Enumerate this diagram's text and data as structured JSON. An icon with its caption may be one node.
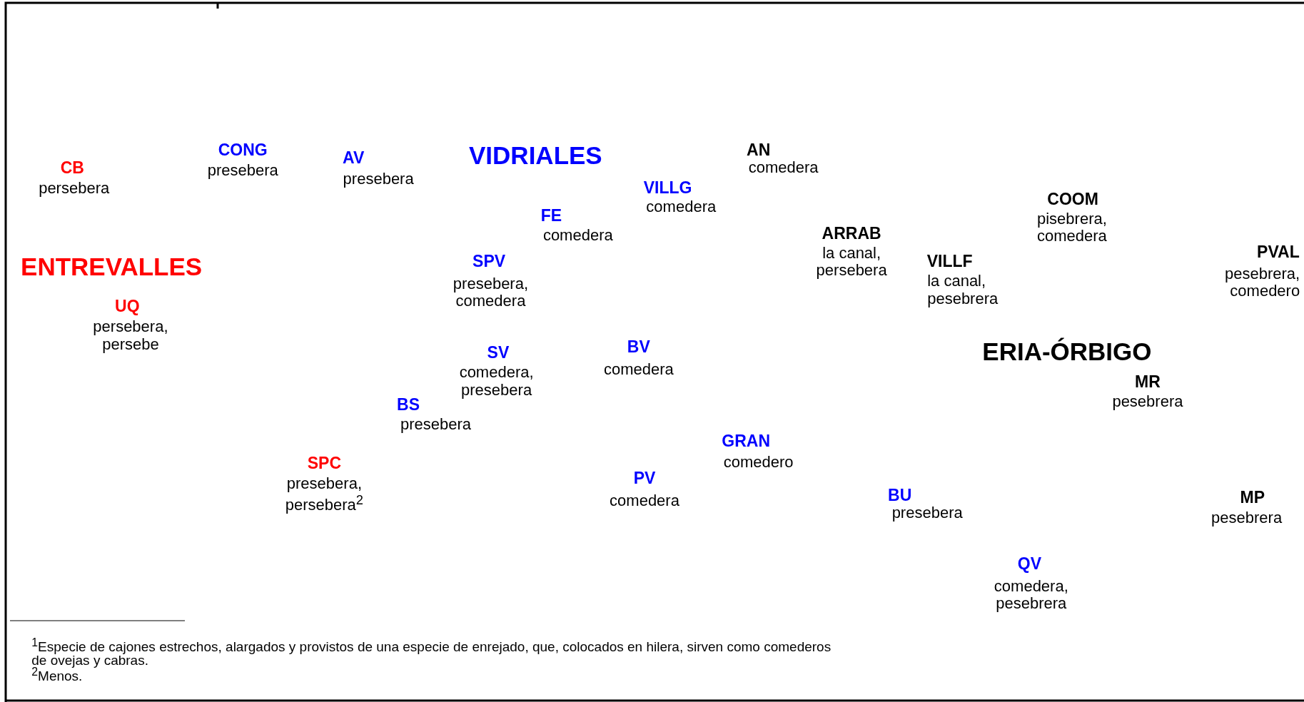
{
  "diagram": {
    "labels": [
      "CONG",
      "AN",
      "VIDRIALES",
      "AV",
      "CB",
      "presebera",
      "comedera",
      "presebera",
      "persebera",
      "VILLG",
      "comedera",
      "COOM",
      "FE",
      "pisebrera, comedera",
      "ARRAB",
      "comedera",
      "la canal, persebera",
      "PVAL",
      "SPV",
      "VILLF",
      "ENTREVALLES",
      "pesebrera, comedero",
      "presebera, comedera",
      "la canal, pesebrera",
      "UQ",
      "persebera, persebe",
      "BV",
      "ERIA-ÓRBIGO",
      "SV",
      "comedera",
      "comedera, presebera",
      "MR",
      "pesebrera",
      "BS",
      "presebera",
      "GRAN",
      "comedero",
      "SPC",
      "PV",
      "presebera, persebera$^{2}$",
      "BU",
      "MP",
      "comedera",
      "presebera",
      "pesebrera",
      "QV",
      "comedera, pesebrera",
      "$^{1}$Especie de cajones estrechos, alargados y provistos de una especie de enrejado, que, colocados en hilera, sirven como comederos de ovejas y cabras.",
      "$^{2}$Menos."
    ]
  }
}
